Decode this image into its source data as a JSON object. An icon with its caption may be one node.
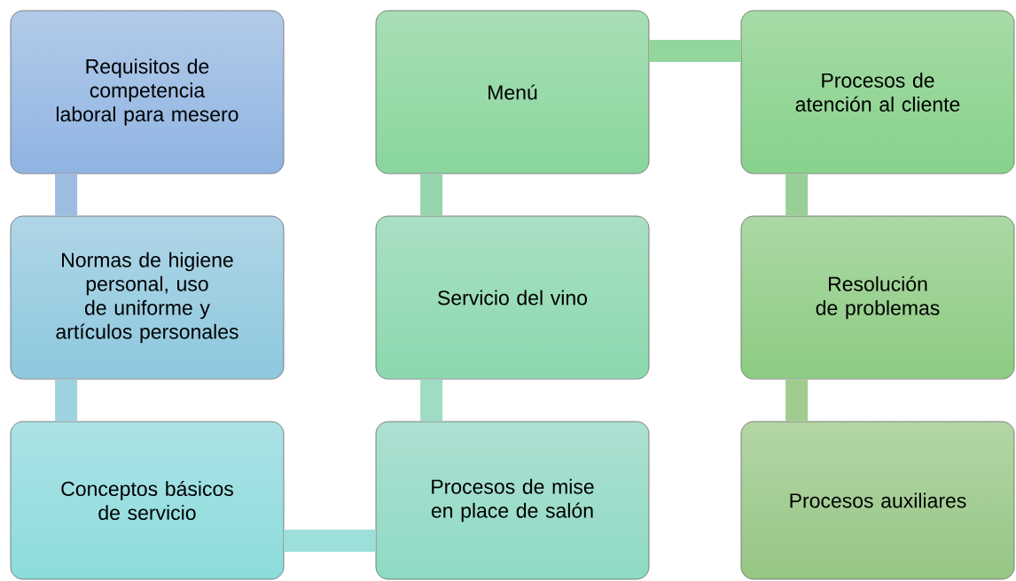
{
  "diagram": {
    "nodes": [
      {
        "text": [
          "Requisitos de competencia laboral para mesero"
        ]
      },
      {
        "text": [
          "Normas de higiene personal, uso de uniforme y artículos personales"
        ]
      },
      {
        "text": [
          "Conceptos básicos de servicio"
        ]
      },
      {
        "text": [
          "Procesos de mise en place de salón"
        ]
      },
      {
        "text": [
          "Servicio del vino"
        ]
      },
      {
        "text": [
          "Menú"
        ]
      },
      {
        "text": [
          "Procesos de atención al cliente"
        ]
      },
      {
        "text": [
          "Resolución de problemas"
        ]
      },
      {
        "text": [
          "Procesos auxiliares"
        ]
      }
    ],
    "edges": [
      {
        "from": 0,
        "to": 1,
        "arrow": "none",
        "color": "#9dbde3"
      },
      {
        "from": 1,
        "to": 2,
        "arrow": "none",
        "color": "#9fd2df"
      },
      {
        "from": 2,
        "to": 3,
        "arrow": "none",
        "color": "#9cdfdb"
      },
      {
        "from": 3,
        "to": 4,
        "arrow": "none",
        "color": "#9edcc4"
      },
      {
        "from": 4,
        "to": 5,
        "arrow": "none",
        "color": "#96d6ac"
      },
      {
        "from": 5,
        "to": 6,
        "arrow": "none",
        "color": "#92d69c"
      },
      {
        "from": 6,
        "to": 7,
        "arrow": "none",
        "color": "#98cf96"
      },
      {
        "from": 7,
        "to": 8,
        "arrow": "none",
        "color": "#a0cc90"
      }
    ]
  }
}
